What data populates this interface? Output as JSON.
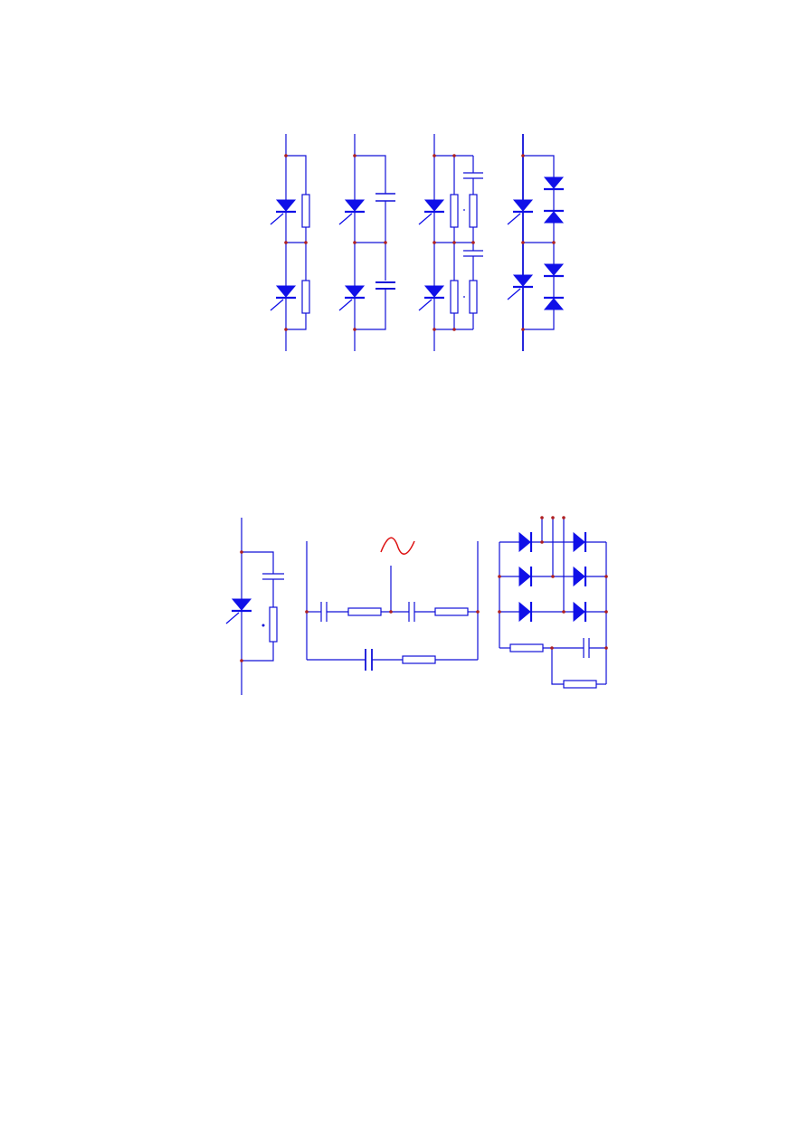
{
  "colors": {
    "wire": "#1010d8",
    "component": "#1010e8",
    "node": "#b02020",
    "ac_source": "#dd1111",
    "background": "#ffffff"
  },
  "figures": {
    "series_thyristor_sharing": {
      "variants": [
        "resistor-sharing",
        "capacitor-sharing",
        "rc-sharing",
        "diode-string-sharing"
      ]
    },
    "snubber_circuits": {
      "variants": [
        "thyristor-rc-snubber",
        "ac-line-rc-snubber",
        "bridge-rectifier-rc-snubber"
      ],
      "ac_source_symbol": "sine-wave"
    }
  },
  "icons": [
    "thyristor-icon",
    "diode-icon",
    "resistor-icon",
    "capacitor-icon",
    "ac-source-icon",
    "node-dot-icon"
  ]
}
